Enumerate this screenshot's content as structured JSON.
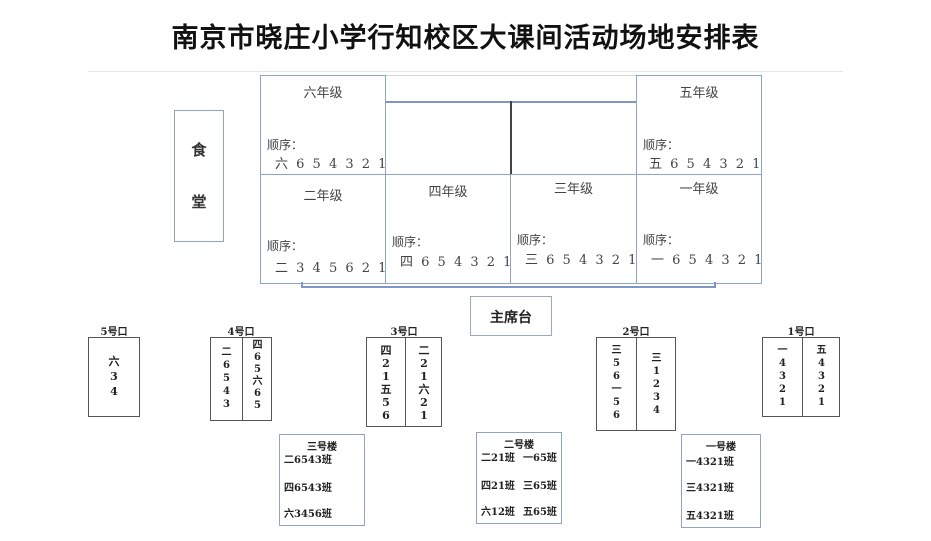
{
  "title": "南京市晓庄小学行知校区大课间活动场地安排表",
  "canteen": {
    "lines": [
      "食",
      "堂"
    ]
  },
  "grades_top": {
    "six": {
      "name": "六年级",
      "label": "顺序：",
      "seq": "六 6 5 4 3 2 1"
    },
    "five": {
      "name": "五年级",
      "label": "顺序：",
      "seq": "五 6 5 4 3 2 1"
    }
  },
  "grades_bottom": {
    "two": {
      "name": "二年级",
      "label": "顺序：",
      "seq": "二 3 4 5 6 2 1"
    },
    "four": {
      "name": "四年级",
      "label": "顺序：",
      "seq": "四 6 5 4 3 2 1"
    },
    "three": {
      "name": "三年级",
      "label": "顺序：",
      "seq": "三 6 5 4 3 2 1"
    },
    "one": {
      "name": "一年级",
      "label": "顺序：",
      "seq": "一 6 5 4 3 2 1"
    }
  },
  "stage": "主席台",
  "gates": {
    "g5": {
      "label": "5号口",
      "cols": [
        "六\n3\n4"
      ]
    },
    "g4": {
      "label": "4号口",
      "cols": [
        "二\n6\n5\n4\n3",
        "四\n6\n5\n六\n6\n5"
      ]
    },
    "g3": {
      "label": "3号口",
      "cols": [
        "四\n2\n1\n五\n5\n6",
        "二\n2\n1\n六\n2\n1"
      ]
    },
    "g2": {
      "label": "2号口",
      "cols": [
        "三\n5\n6\n一\n5\n6",
        "三\n1\n2\n3\n4"
      ]
    },
    "g1": {
      "label": "1号口",
      "cols": [
        "一\n4\n3\n2\n1",
        "五\n4\n3\n2\n1"
      ]
    }
  },
  "buildings": {
    "b3": {
      "name": "三号楼",
      "rows": [
        "二6543班",
        "四6543班",
        "六3456班"
      ]
    },
    "b2": {
      "name": "二号楼",
      "rows": [
        "二21班",
        "一65班",
        "四21班",
        "三65班",
        "六12班",
        "五65班"
      ]
    },
    "b1": {
      "name": "一号楼",
      "rows": [
        "一4321班",
        "三4321班",
        "五4321班"
      ]
    }
  }
}
